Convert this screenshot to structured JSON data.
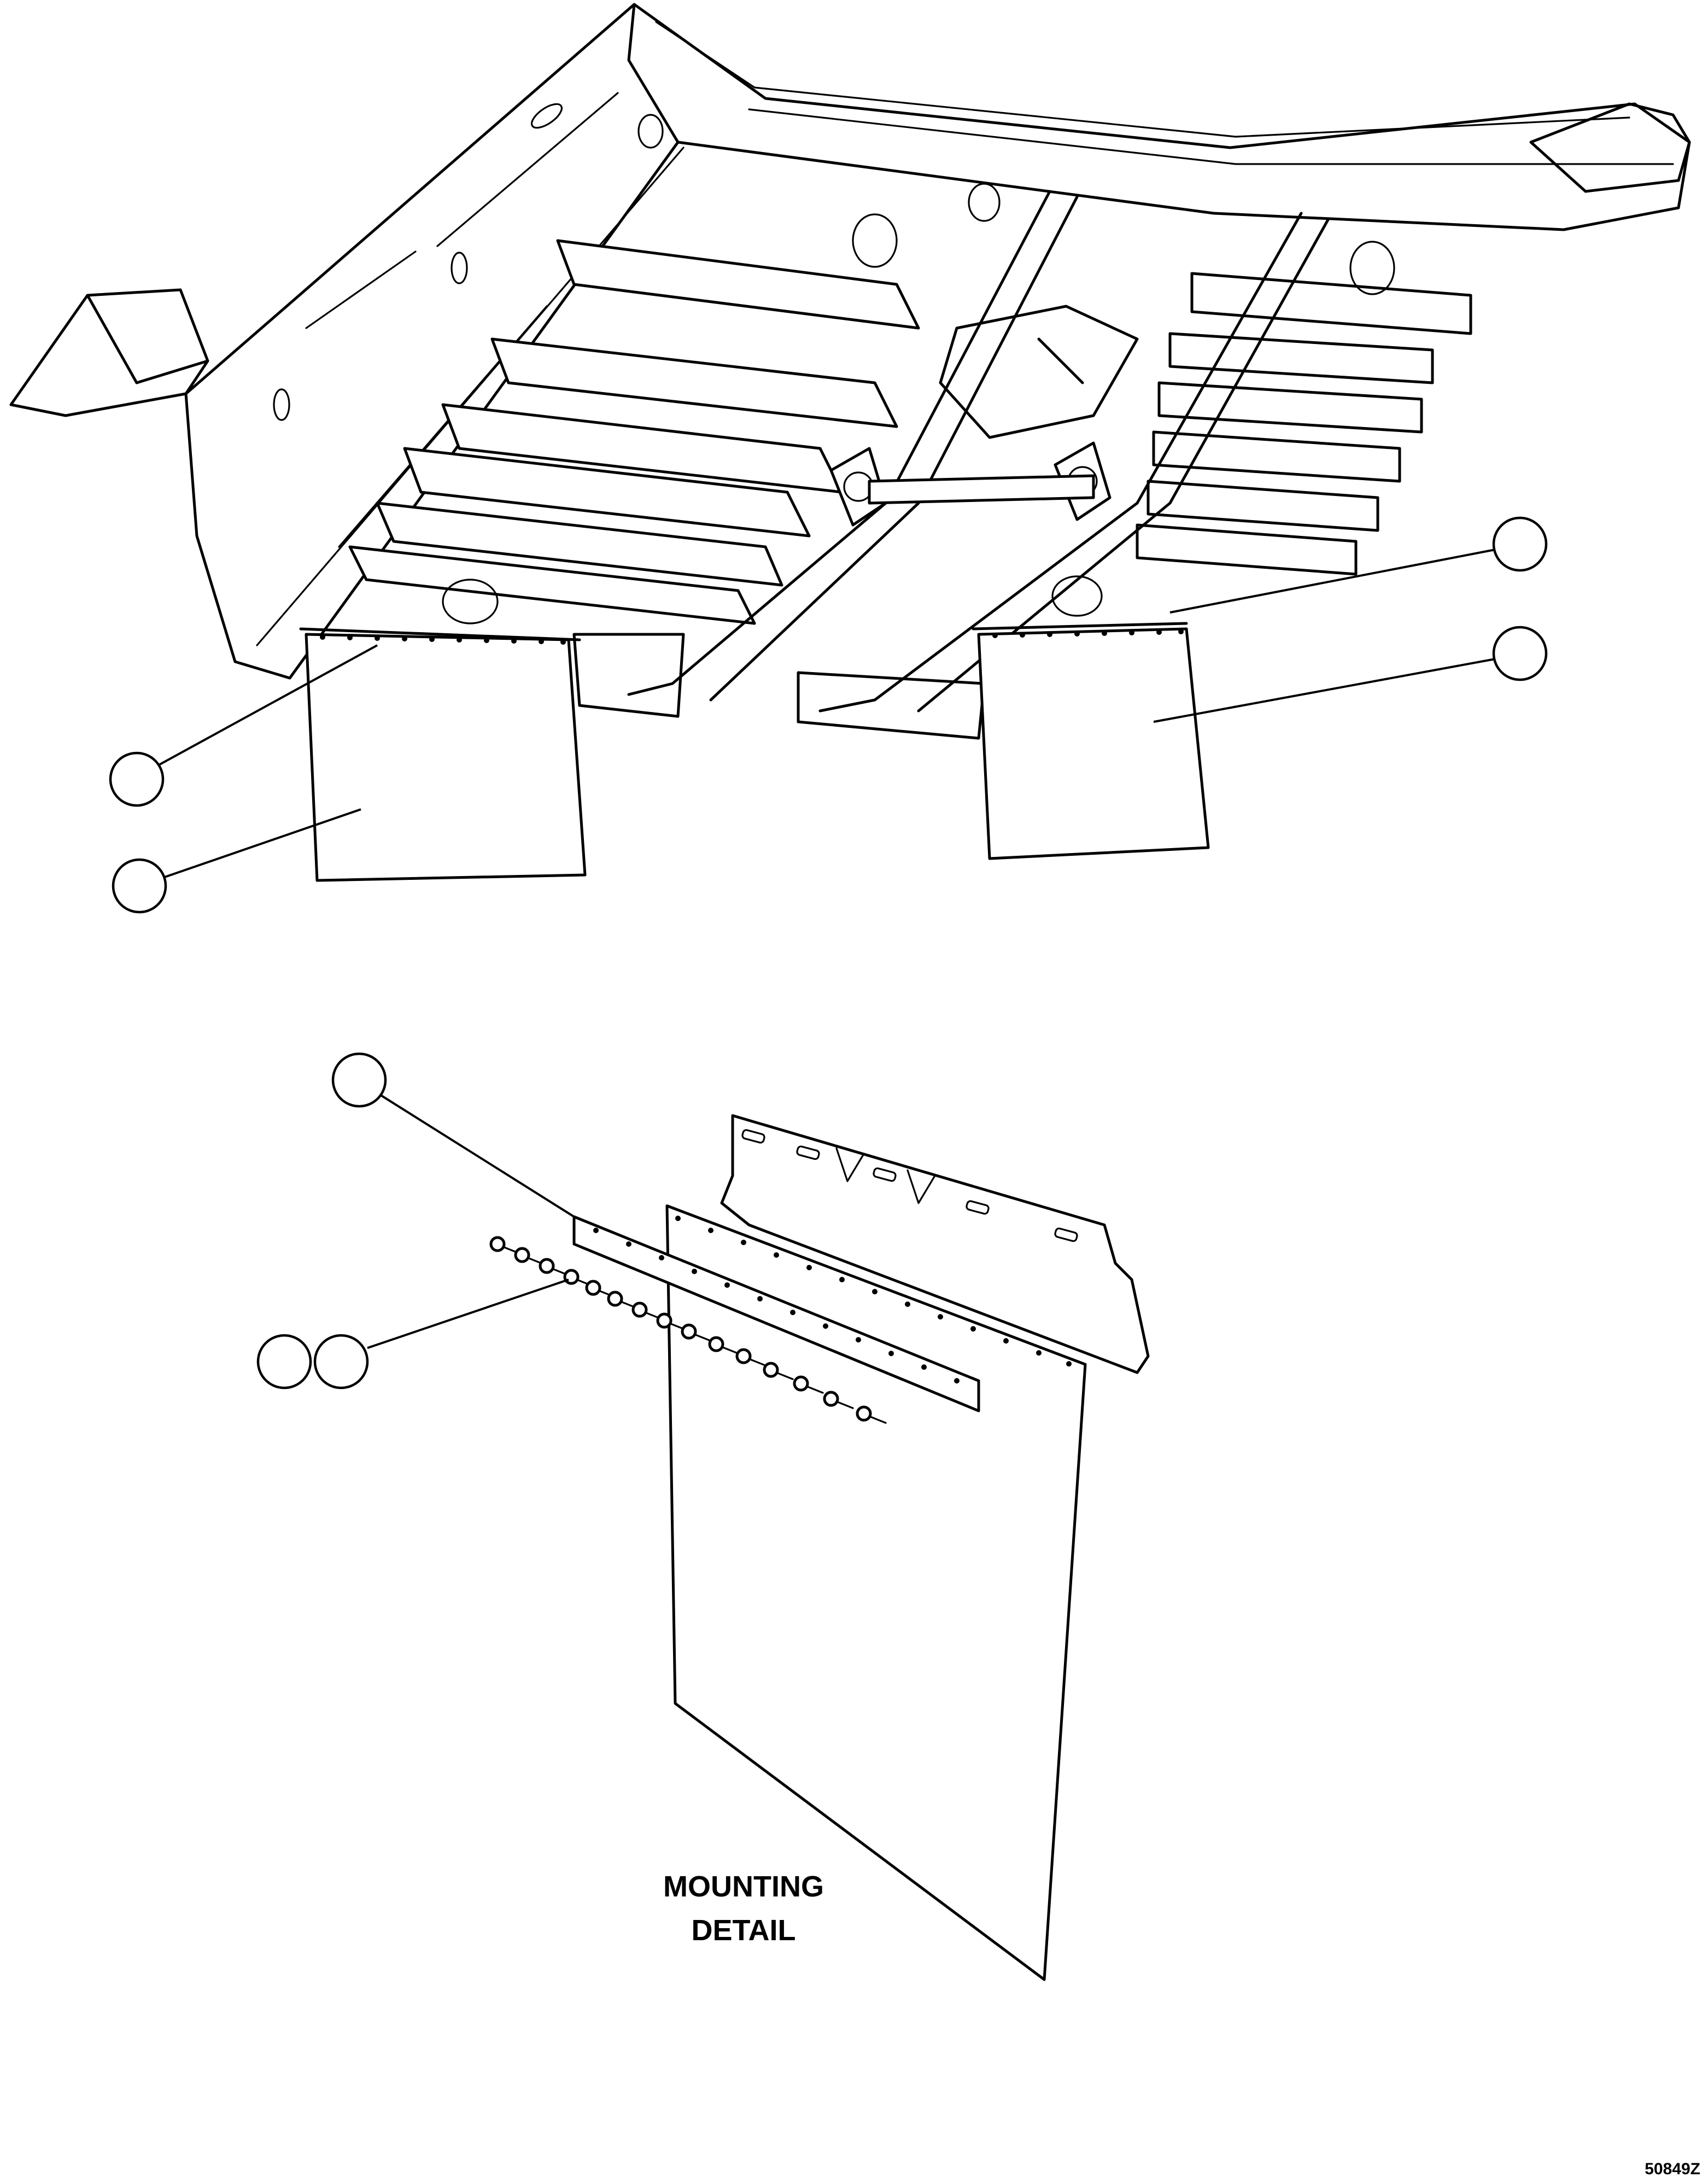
{
  "drawing": {
    "detail_title_line1": "MOUNTING",
    "detail_title_line2": "DETAIL",
    "drawing_number": "50849Z"
  },
  "colors": {
    "ink": "#000000",
    "paper": "#ffffff"
  }
}
